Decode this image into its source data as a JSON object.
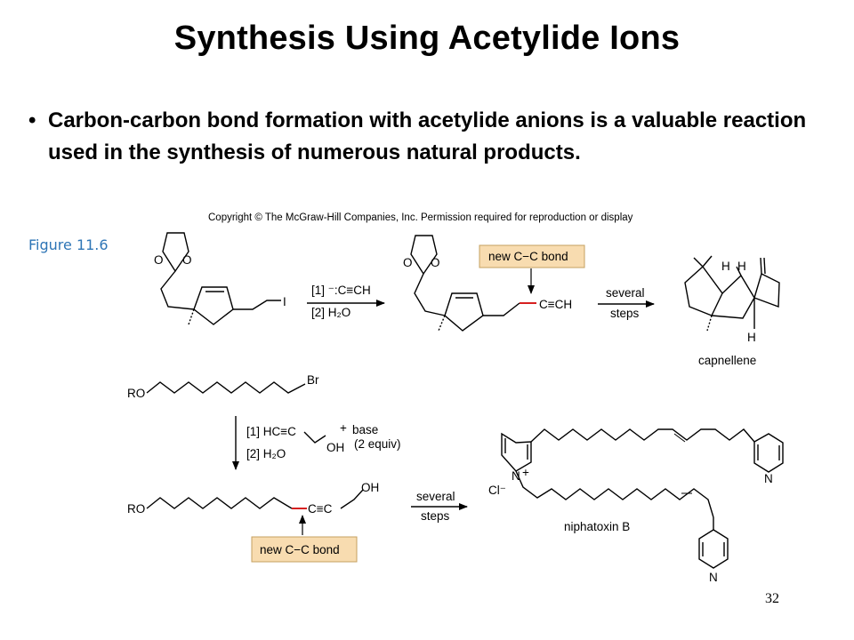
{
  "title": "Synthesis Using Acetylide Ions",
  "bullet": {
    "marker": "•",
    "text": "Carbon-carbon bond formation with acetylide anions is a valuable reaction used in the synthesis of numerous natural products."
  },
  "copyright": "Copyright © The McGraw-Hill Companies, Inc. Permission required for reproduction or display",
  "figure_label": "Figure 11.6",
  "page_number": "32",
  "reaction1": {
    "iodide": "I",
    "step1": "[1] ⁻:C≡CH",
    "step2": "[2] H₂O",
    "new_bond": "new C−C bond",
    "alkyne": "C≡CH",
    "conditions_1": "several",
    "conditions_2": "steps",
    "h_top_left": "H",
    "h_top_right": "H",
    "h_bottom": "H",
    "product": "capnellene"
  },
  "reaction2": {
    "ro_top": "RO",
    "bromide": "Br",
    "step1": "[1] HC≡C",
    "plus": "+",
    "base": "base",
    "equiv": "(2 equiv)",
    "oh_reagent": "OH",
    "step2": "[2] H₂O",
    "ro_bottom": "RO",
    "alkyne": "C≡C",
    "oh_product": "OH",
    "new_bond": "new C−C bond",
    "conditions_1": "several",
    "conditions_2": "steps",
    "chloride": "Cl⁻",
    "n_pyridinium": "N",
    "n_plus": "+",
    "n_pyridine_right": "N",
    "n_pyridine_bottom": "N",
    "product": "niphatoxin B"
  },
  "colors": {
    "figure_label": "#2e75b6",
    "new_bond": "#d62020",
    "box_fill": "#f8dcb0"
  }
}
